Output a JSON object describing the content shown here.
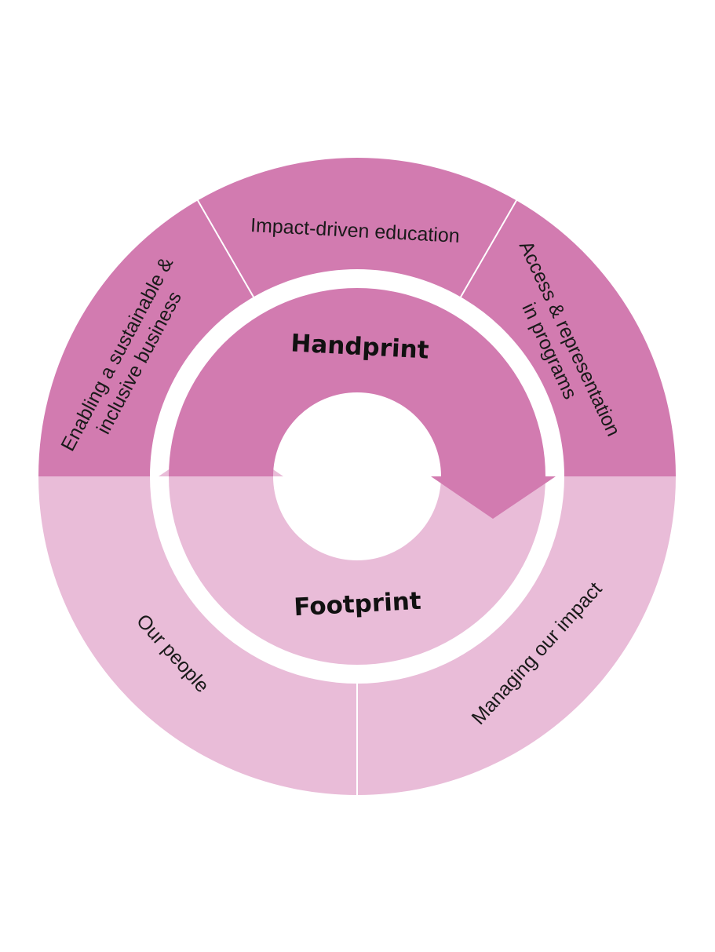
{
  "colors": {
    "handprint": "#d27bb0",
    "footprint": "#e9bcd8",
    "divider": "#ffffff",
    "background": "#ffffff"
  },
  "outer_ring": {
    "handprint_segments": [
      {
        "label_lines": [
          "Enabling a sustainable &",
          "inclusive business"
        ]
      },
      {
        "label_lines": [
          "Impact-driven education"
        ]
      },
      {
        "label_lines": [
          "Access & representation",
          "in programs"
        ]
      }
    ],
    "footprint_segments": [
      {
        "label_lines": [
          "Our people"
        ]
      },
      {
        "label_lines": [
          "Managing our impact"
        ]
      }
    ]
  },
  "inner_cycle": {
    "handprint_label": "Handprint",
    "footprint_label": "Footprint"
  }
}
